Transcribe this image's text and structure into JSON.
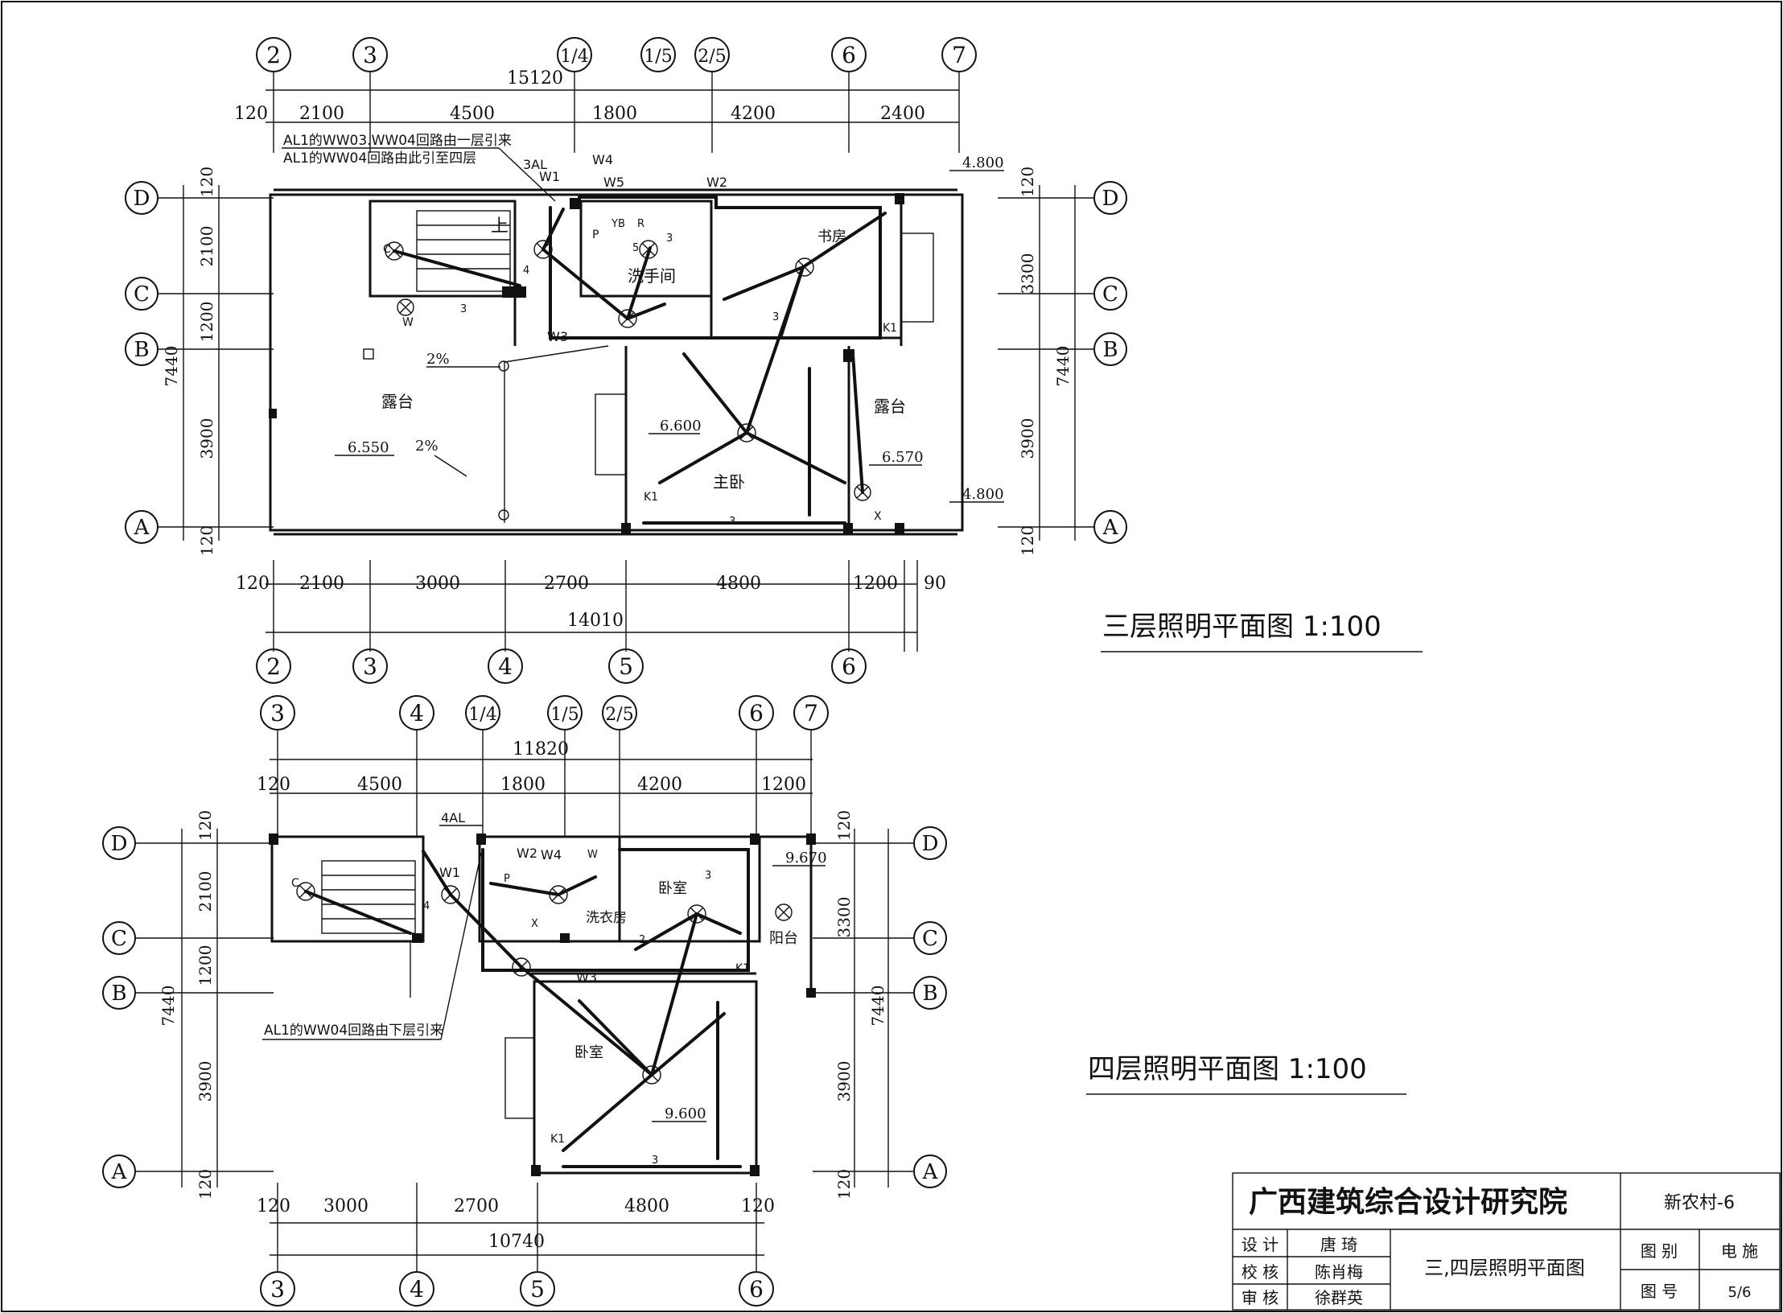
{
  "plan3": {
    "title": "三层照明平面图  1:100",
    "axes_top": [
      "2",
      "3",
      "1/4",
      "1/5",
      "2/5",
      "6",
      "7"
    ],
    "axes_bottom": [
      "2",
      "3",
      "4",
      "5",
      "6"
    ],
    "rows": [
      "D",
      "C",
      "B",
      "A"
    ],
    "dims_top_total": "15120",
    "dims_top": [
      "120",
      "2100",
      "4500",
      "1800",
      "4200",
      "2400"
    ],
    "dims_bottom": [
      "120",
      "2100",
      "3000",
      "2700",
      "4800",
      "1200",
      "90"
    ],
    "dims_bottom_total": "14010",
    "dims_left": [
      "120",
      "2100",
      "1200",
      "3900",
      "120"
    ],
    "dims_left_total": "7440",
    "dims_right": [
      "120",
      "3300",
      "3900",
      "120"
    ],
    "dims_right_total": "7440",
    "note1": "AL1的WW03.WW04回路由一层引来",
    "note2": "AL1的WW04回路由此引至四层",
    "panel": "3AL",
    "circuits": [
      "W1",
      "W2",
      "W3",
      "W4",
      "W5"
    ],
    "rooms": [
      "露台",
      "洗手间",
      "书房",
      "主卧",
      "露台"
    ],
    "elevations": [
      "6.550",
      "6.600",
      "6.570",
      "4.800",
      "4.800"
    ],
    "slopes": [
      "2%",
      "2%"
    ],
    "stair_label": "上",
    "fixtures": [
      "C",
      "W",
      "P",
      "YB",
      "R",
      "K1",
      "X"
    ],
    "wire_counts": [
      "3",
      "4",
      "5"
    ]
  },
  "plan4": {
    "title": "四层照明平面图  1:100",
    "axes_top": [
      "3",
      "4",
      "1/4",
      "1/5",
      "2/5",
      "6",
      "7"
    ],
    "axes_bottom": [
      "3",
      "4",
      "5",
      "6"
    ],
    "rows": [
      "D",
      "C",
      "B",
      "A"
    ],
    "dims_top_total": "11820",
    "dims_top": [
      "120",
      "4500",
      "1800",
      "4200",
      "1200"
    ],
    "dims_bottom": [
      "120",
      "3000",
      "2700",
      "4800",
      "120"
    ],
    "dims_bottom_total": "10740",
    "dims_left": [
      "120",
      "2100",
      "1200",
      "3900",
      "120"
    ],
    "dims_left_total": "7440",
    "dims_right": [
      "120",
      "3300",
      "3900",
      "120"
    ],
    "dims_right_total": "7440",
    "note": "AL1的WW04回路由下层引来",
    "panel": "4AL",
    "circuits": [
      "W1",
      "W2",
      "W3",
      "W4"
    ],
    "rooms": [
      "卧室",
      "洗衣房",
      "阳台",
      "卧室"
    ],
    "elevations": [
      "9.670",
      "9.600"
    ],
    "fixtures": [
      "C",
      "W",
      "P",
      "X",
      "K1"
    ],
    "wire_counts": [
      "2",
      "3",
      "4"
    ]
  },
  "title_block": {
    "institute": "广西建筑综合设计研究院",
    "project": "新农村-6",
    "drawing_title": "三,四层照明平面图",
    "design_label": "设 计",
    "design_name": "唐  琦",
    "check_label": "校 核",
    "check_name": "陈肖梅",
    "review_label": "审 核",
    "review_name": "徐群英",
    "category_label": "图 别",
    "category_value": "电 施",
    "number_label": "图 号",
    "number_value": "5/6"
  }
}
